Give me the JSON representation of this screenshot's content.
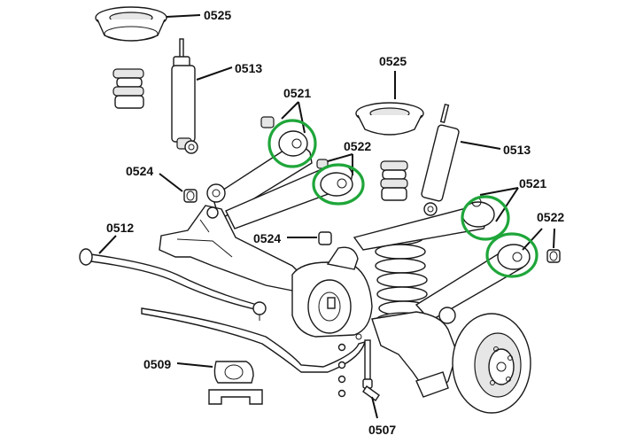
{
  "labels": {
    "l0525_top": "0525",
    "l0513_left": "0513",
    "l0521_top": "0521",
    "l0525_mid": "0525",
    "l0522_mid": "0522",
    "l0524_left": "0524",
    "l0513_right": "0513",
    "l0521_right": "0521",
    "l0512": "0512",
    "l0524_mid": "0524",
    "l0522_right": "0522",
    "l0509": "0509",
    "l0507": "0507"
  },
  "colors": {
    "highlight": "#1fa63a",
    "ink": "#1a1a1a"
  }
}
